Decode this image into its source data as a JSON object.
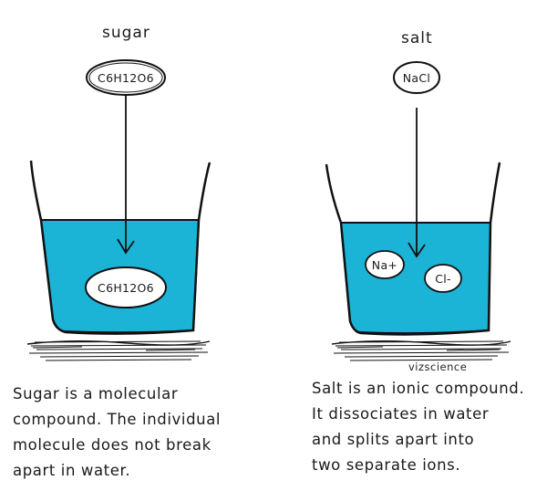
{
  "left": {
    "label": "sugar",
    "formula_top": "C6H12O6",
    "formula_in_water": "C6H12O6",
    "caption": [
      "Sugar is a molecular",
      "compound. The individual",
      "molecule does not break",
      "apart in water."
    ]
  },
  "right": {
    "label": "salt",
    "formula_top": "NaCl",
    "ion_positive": "Na+",
    "ion_negative": "Cl-",
    "caption": [
      "Salt is an ionic compound.",
      "It dissociates in water",
      "and splits apart into",
      "two separate ions."
    ]
  },
  "watermark": "vizscience",
  "colors": {
    "water": "#1bb3d6",
    "outline": "#111111",
    "background": "#ffffff"
  }
}
